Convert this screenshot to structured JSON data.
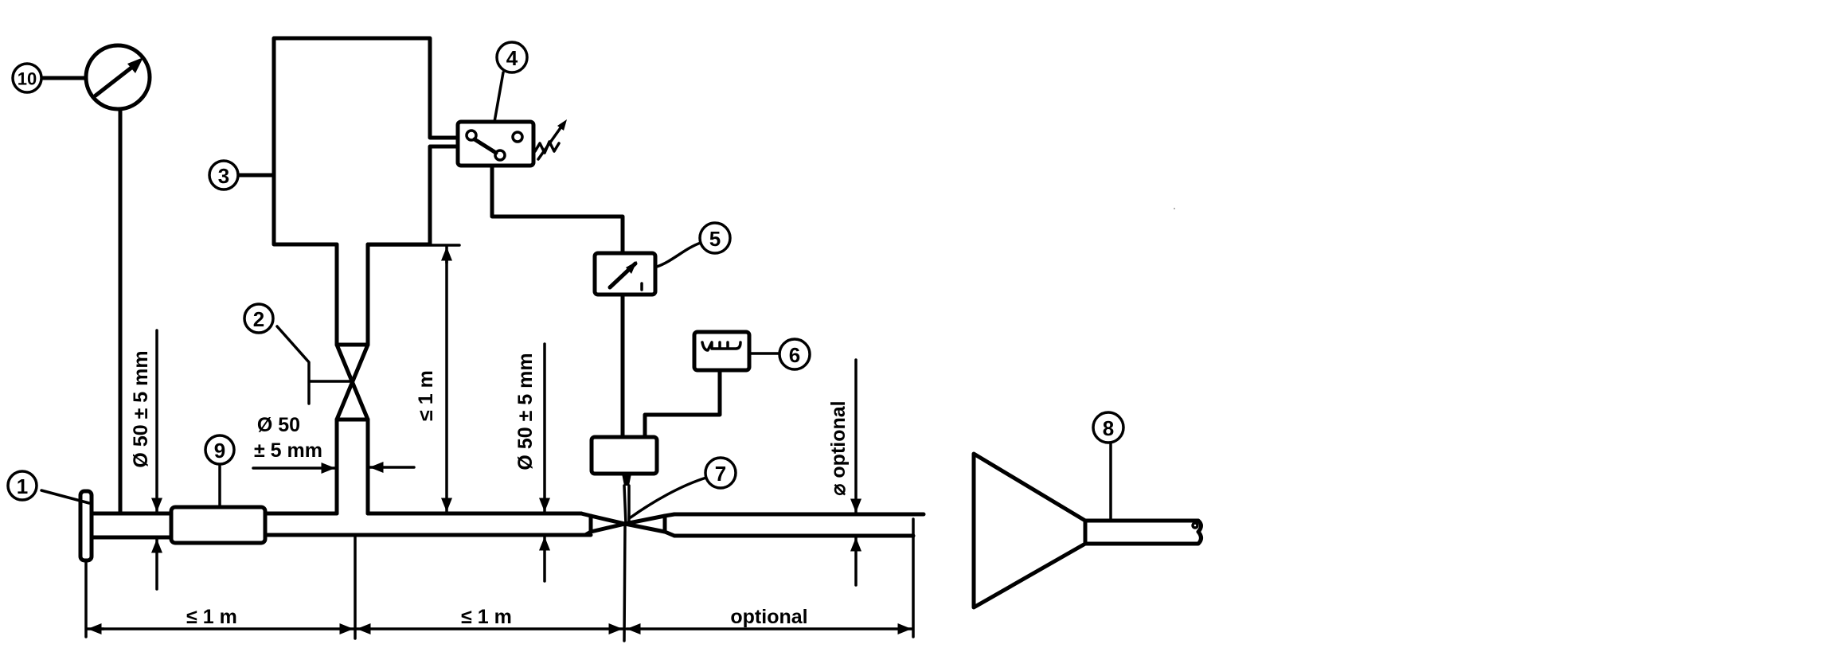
{
  "diagram": {
    "type": "pipe-system-schematic",
    "callouts": [
      {
        "id": "1",
        "label": "1",
        "part": "flange"
      },
      {
        "id": "2",
        "label": "2",
        "part": "valve"
      },
      {
        "id": "3",
        "label": "3",
        "part": "chamber"
      },
      {
        "id": "4",
        "label": "4",
        "part": "pressure-switch"
      },
      {
        "id": "5",
        "label": "5",
        "part": "indicator-meter"
      },
      {
        "id": "6",
        "label": "6",
        "part": "recorder"
      },
      {
        "id": "7",
        "label": "7",
        "part": "nozzle-sensor"
      },
      {
        "id": "8",
        "label": "8",
        "part": "funnel"
      },
      {
        "id": "9",
        "label": "9",
        "part": "coupling"
      },
      {
        "id": "10",
        "label": "10",
        "part": "pressure-gauge"
      }
    ],
    "dimensions": {
      "pipe_diameter_left": "Ø 50 ± 5 mm",
      "pipe_diameter_mid": "Ø 50 ± 5 mm",
      "riser_diameter_line1": "Ø 50",
      "riser_diameter_line2": "± 5 mm",
      "riser_height": "≤ 1 m",
      "pipe_diameter_right": "⌀ optional",
      "length_segment_1": "≤ 1 m",
      "length_segment_2": "≤ 1 m",
      "length_segment_3": "optional"
    }
  }
}
